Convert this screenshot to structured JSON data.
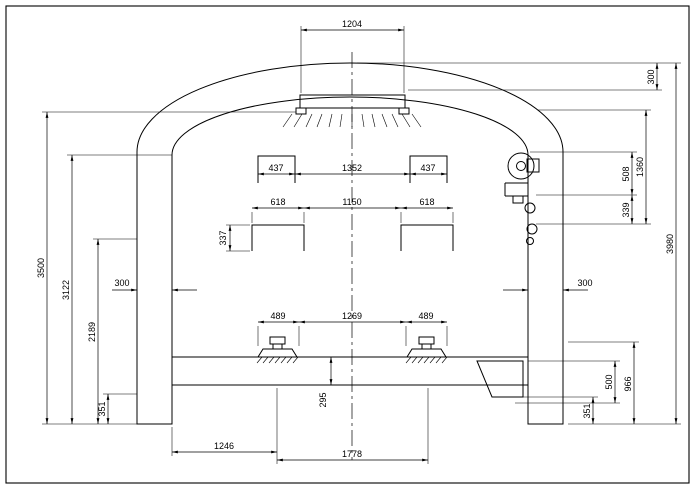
{
  "drawing": {
    "type": "tunnel-cross-section",
    "dims": {
      "d1204": "1204",
      "d300_crown": "300",
      "d1360": "1360",
      "d508": "508",
      "d339": "339",
      "d3980": "3980",
      "d3500": "3500",
      "d3122": "3122",
      "d2189": "2189",
      "d300_left": "300",
      "d300_right": "300",
      "d437_l": "437",
      "d1352": "1352",
      "d437_r": "437",
      "d618_l": "618",
      "d1150": "1150",
      "d618_r": "618",
      "d337": "337",
      "d489_l": "489",
      "d1269": "1269",
      "d489_r": "489",
      "d295": "295",
      "d351_left": "351",
      "d351_right": "351",
      "d500": "500",
      "d966": "966",
      "d1246": "1246",
      "d1778": "1778"
    }
  }
}
